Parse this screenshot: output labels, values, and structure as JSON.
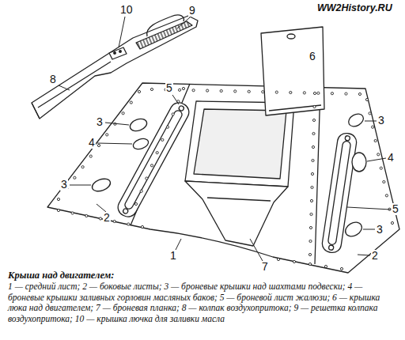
{
  "diagram": {
    "caption": "Крыша над двигателем:",
    "labels": [
      "WW2History.RU",
      "10",
      "9",
      "8",
      "6",
      "5",
      "3",
      "4",
      "3",
      "2",
      "1",
      "7",
      "3",
      "4",
      "5",
      "3",
      "2",
      "1 — средний лист; 2 — боковые листы; 3 — броневые крышки над шахтами подвески; 4 — броневые крышки заливных горловин масляных баков; 5 — броневой лист жалюзи; 6 — крышка люка над двигателем; 7 — броневая планка; 8 — колпак воздухопритока; 9 — решетка колпака воздухопритока; 10 — крышка лючка для заливки масла"
    ]
  }
}
